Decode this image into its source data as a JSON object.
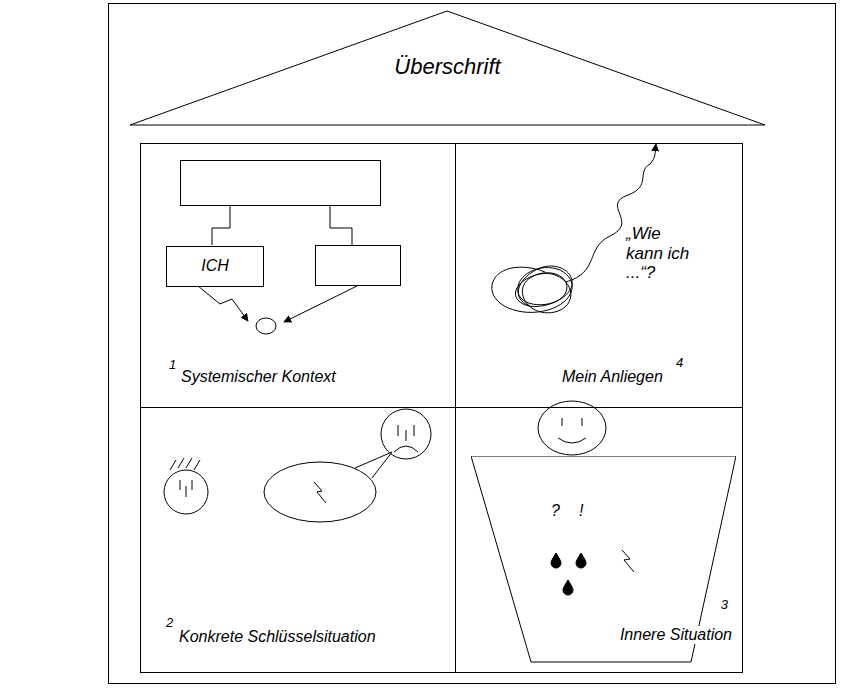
{
  "diagram": {
    "nodes": [
      {
        "text": [
          "Überschrift"
        ]
      },
      {
        "text": [
          "1",
          "Systemischer Kontext"
        ]
      },
      {
        "text": [
          "ICH"
        ],
        "in": 1
      },
      {
        "text": [
          "„Wie kann ich ...“?",
          "Mein Anliegen",
          "4"
        ]
      },
      {
        "text": [
          "2",
          "Konkrete Schlüsselsituation"
        ]
      },
      {
        "text": [
          "3",
          "Innere Situation"
        ]
      },
      {
        "text": [
          "?",
          "!"
        ],
        "in": 5
      }
    ]
  }
}
